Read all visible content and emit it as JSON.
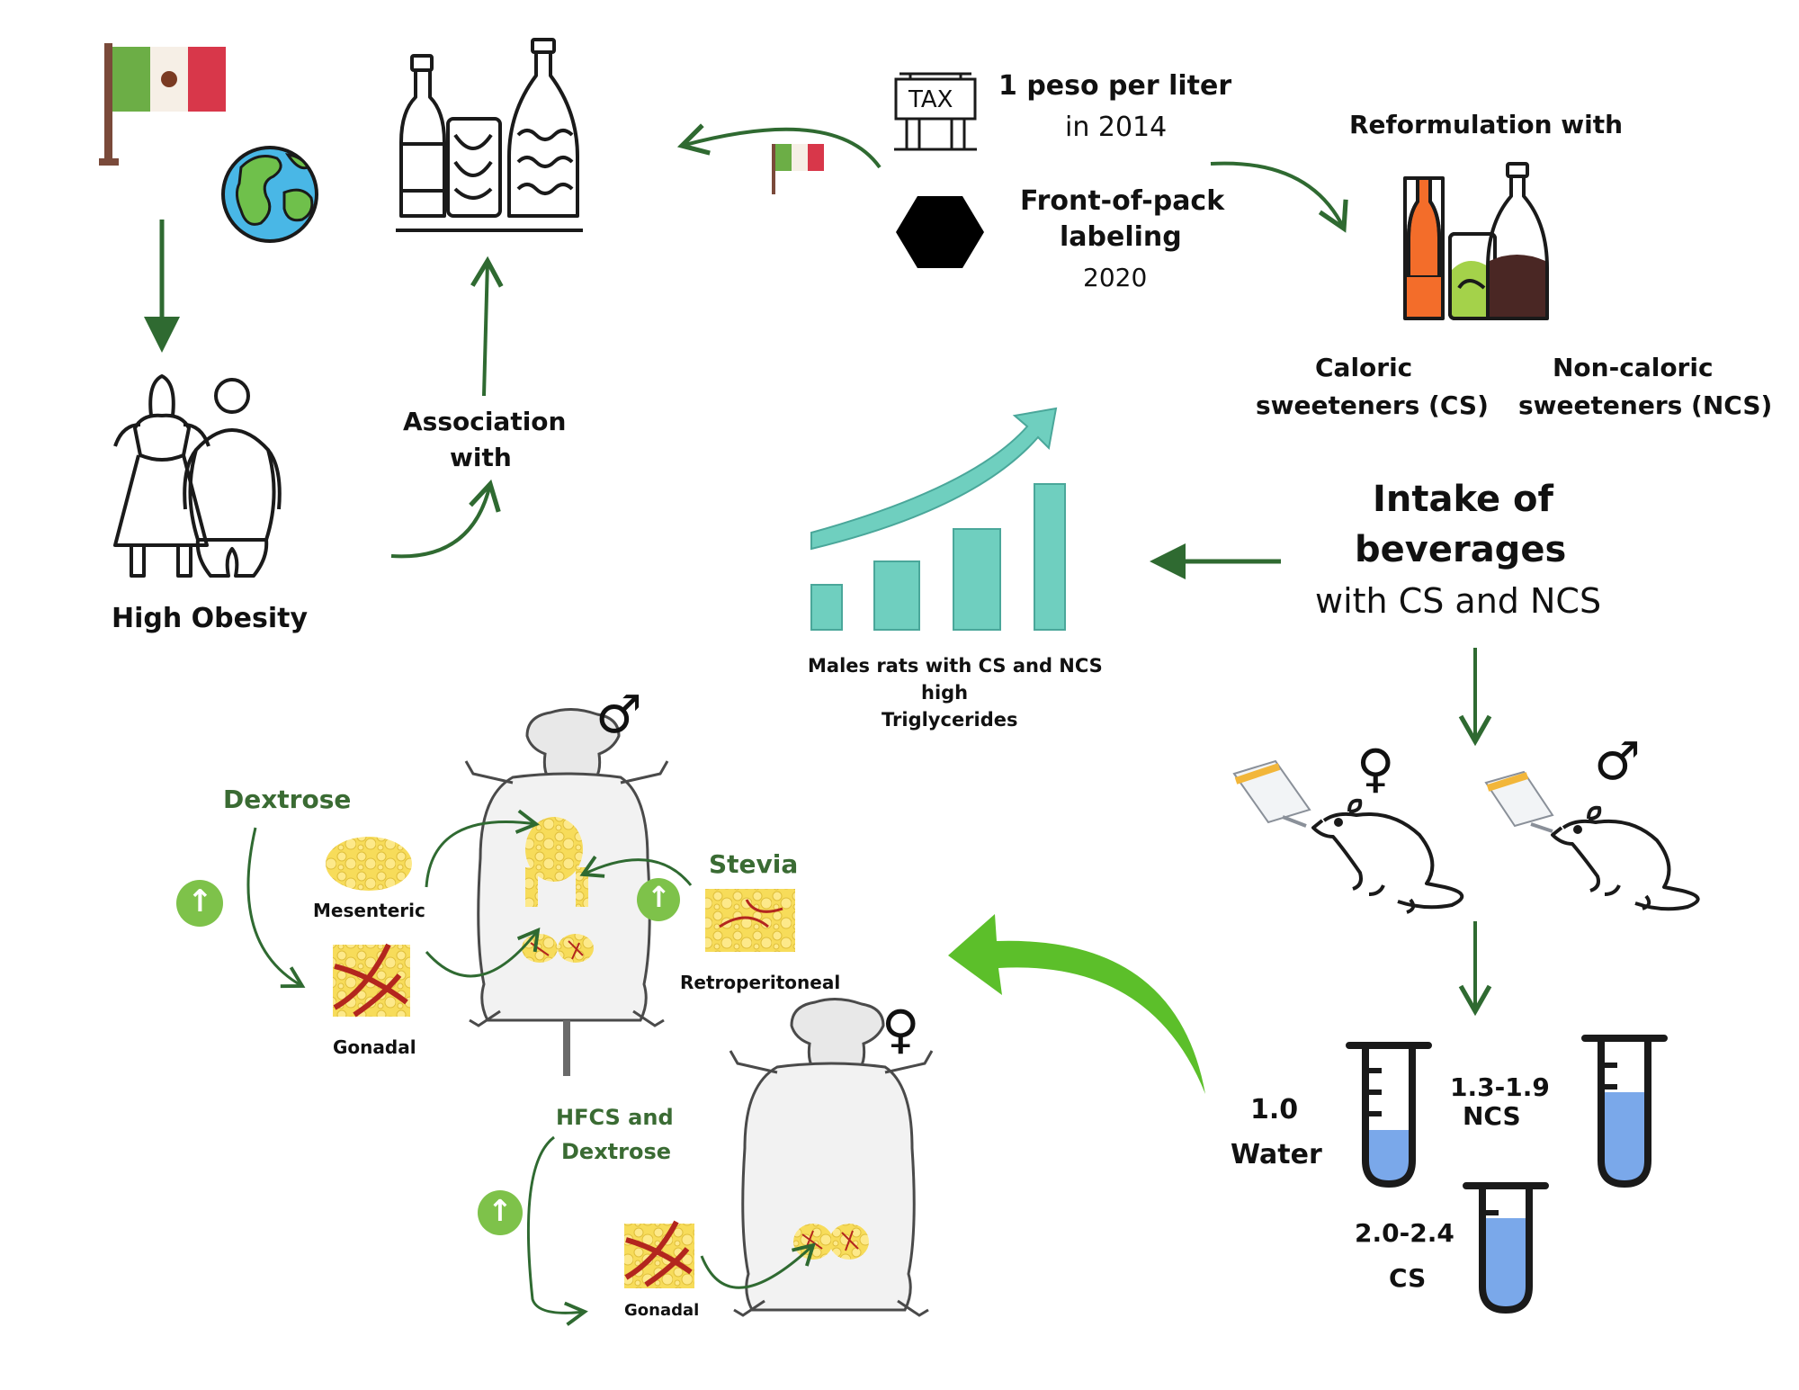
{
  "policy": {
    "tax_amount": "1 peso per liter",
    "tax_year": "in 2014",
    "tax_sign": "TAX",
    "label_title_line1": "Front-of-pack",
    "label_title_line2": "labeling",
    "label_year": "2020",
    "reformulation": "Reformulation with",
    "cs_line1": "Caloric",
    "cs_line2": "sweeteners (CS)",
    "ncs_line1": "Non-caloric",
    "ncs_line2": "sweeteners (NCS)"
  },
  "left": {
    "obesity": "High Obesity",
    "association_line1": "Association",
    "association_line2": "with"
  },
  "center": {
    "intake_line1": "Intake of",
    "intake_line2": "beverages",
    "intake_line3": "with CS and NCS",
    "males_line1": "Males rats  with CS and NCS",
    "males_line2": "high",
    "males_line3": "Triglycerides"
  },
  "groups": {
    "water_value": "1.0",
    "water_label": "Water",
    "ncs_value": "1.3-1.9",
    "ncs_label": "NCS",
    "cs_value": "2.0-2.4",
    "cs_label": "CS"
  },
  "male_results": {
    "dextrose": "Dextrose",
    "stevia": "Stevia",
    "mesenteric": "Mesenteric",
    "gonadal": "Gonadal",
    "retroperitoneal": "Retroperitoneal"
  },
  "female_results": {
    "hfcs_line1": "HFCS and",
    "hfcs_line2": "Dextrose",
    "gonadal": "Gonadal"
  },
  "symbols": {
    "male": "♂",
    "female": "♀",
    "up": "↑"
  },
  "colors": {
    "arrow_green": "#2f6a31",
    "bright_green": "#5cbf2a",
    "teal": "#6fcfbf",
    "tube_blue": "#7aa8ea",
    "fat_yellow": "#f7dc5a",
    "vessel_red": "#b3261e",
    "orange_drink": "#f36d2a",
    "lime_drink": "#a4d24a",
    "cola_drink": "#4a2724"
  }
}
